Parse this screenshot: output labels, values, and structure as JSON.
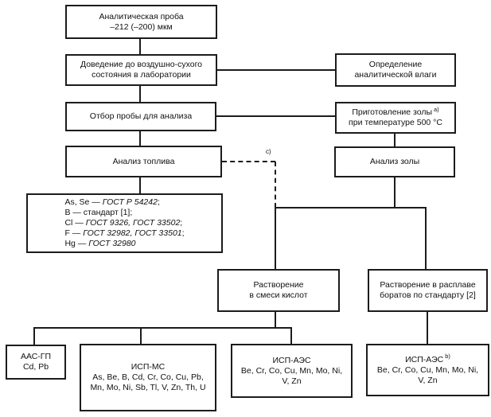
{
  "diagram": {
    "colors": {
      "line": "#1c1c1c",
      "background": "#ffffff",
      "text": "#111111"
    },
    "boxes": {
      "analytical_sample": {
        "line1": "Аналитическая проба",
        "line2": "–212 (–200) мкм"
      },
      "air_dry": {
        "line1": "Доведение до воздушно-сухого",
        "line2": "состояния в лаборатории"
      },
      "moisture": {
        "line1": "Определение",
        "line2": "аналитической влаги"
      },
      "sampling": {
        "line1": "Отбор пробы для анализа"
      },
      "ash_prep": {
        "line1": "Приготовление золы",
        "sup": "a)",
        "line2": "при температуре 500 °С"
      },
      "fuel_analysis": {
        "line1": "Анализ топлива"
      },
      "ash_analysis": {
        "line1": "Анализ золы"
      },
      "gost_list": {
        "rows": [
          {
            "pre": "As, Se — ",
            "it": "ГОСТ Р 54242",
            "post": ";"
          },
          {
            "pre": "B — стандарт [1];",
            "it": "",
            "post": ""
          },
          {
            "pre": "Cl — ",
            "it": "ГОСТ 9326, ГОСТ 33502",
            "post": ";"
          },
          {
            "pre": "F — ",
            "it": "ГОСТ 32982, ГОСТ 33501",
            "post": ";"
          },
          {
            "pre": "Hg — ",
            "it": "ГОСТ 32980",
            "post": ""
          }
        ]
      },
      "acid_dissolution": {
        "line1": "Растворение",
        "line2": "в смеси кислот"
      },
      "borate_dissolution": {
        "line1": "Растворение в расплаве",
        "line2": "боратов по стандарту [2]"
      },
      "aas": {
        "title": "ААС-ГП",
        "elements": "Cd, Pb"
      },
      "icp_ms": {
        "title": "ИСП-МС",
        "elements": "As, Be, B, Cd, Cr, Co, Cu, Pb, Mn, Mo, Ni, Sb, Tl, V, Zn, Th, U"
      },
      "icp_aes": {
        "title": "ИСП-АЭС",
        "elements": "Be, Cr, Co, Cu, Mn, Mo, Ni, V, Zn"
      },
      "icp_aes_b": {
        "title": "ИСП-АЭС",
        "sup": "b)",
        "elements": "Be, Cr, Co, Cu, Mn, Mo, Ni, V, Zn"
      }
    },
    "annotations": {
      "dashed_note": "c)"
    }
  }
}
